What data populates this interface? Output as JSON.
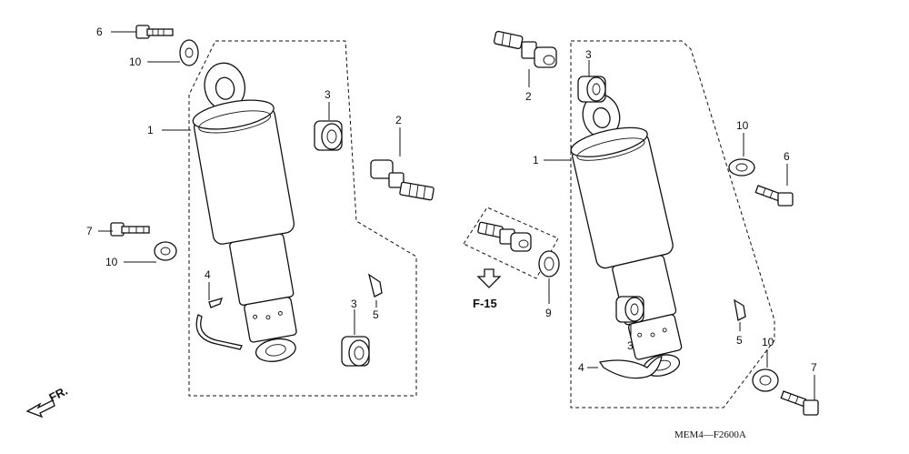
{
  "labels": {
    "left_1": "1",
    "left_2": "2",
    "left_3_top": "3",
    "left_3_bottom": "3",
    "left_4": "4",
    "left_5": "5",
    "left_6": "6",
    "left_7": "7",
    "left_10_top": "10",
    "left_10_bottom": "10",
    "right_1": "1",
    "right_2": "2",
    "right_3_top": "3",
    "right_3_bottom": "3",
    "right_4": "4",
    "right_5": "5",
    "right_6": "6",
    "right_7": "7",
    "right_9": "9",
    "right_10_top": "10",
    "right_10_bottom": "10"
  },
  "reference": "F-15",
  "direction": "FR.",
  "diagram_code": "MEM4—F2600A"
}
